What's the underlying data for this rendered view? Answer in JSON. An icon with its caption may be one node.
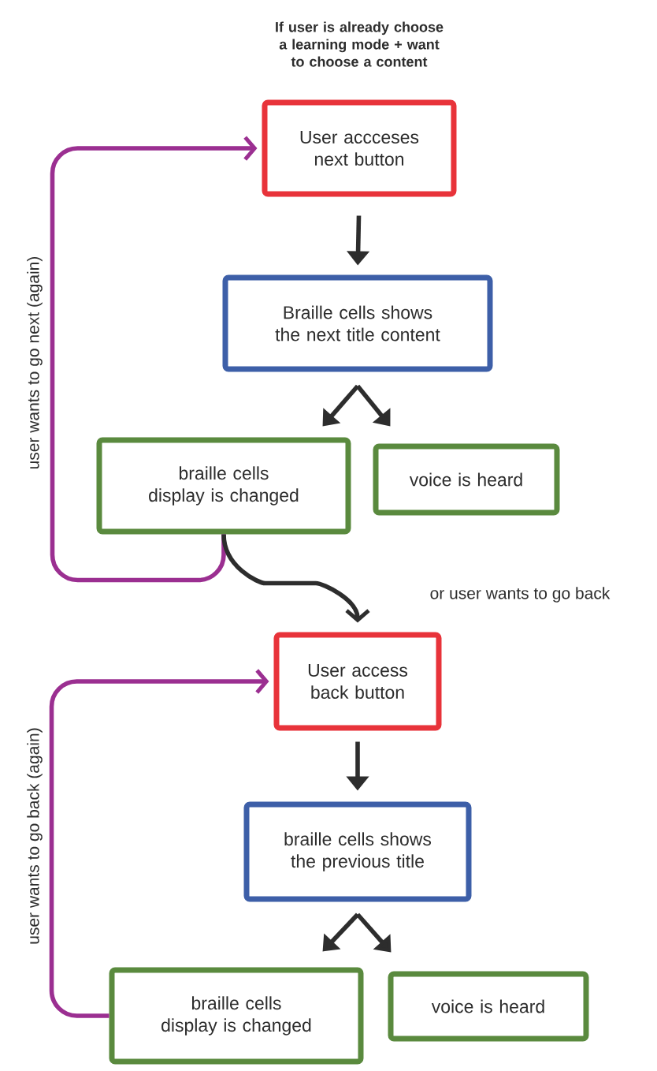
{
  "diagram": {
    "title": "If user is already choose a learning mode + want to choose a content",
    "nodes": [
      {
        "text": [
          "User accceses next button"
        ]
      },
      {
        "text": [
          "Braille cells shows the next title content"
        ]
      },
      {
        "text": [
          "braille cells display is changed"
        ]
      },
      {
        "text": [
          "voice is heard"
        ]
      },
      {
        "text": [
          "User access back button"
        ]
      },
      {
        "text": [
          "braille cells shows the previous title"
        ]
      },
      {
        "text": [
          "braille cells display is changed"
        ]
      },
      {
        "text": [
          "voice is heard"
        ]
      }
    ],
    "edges": [
      {
        "from": 0,
        "to": 1,
        "arrow": "to"
      },
      {
        "from": 1,
        "to": 2,
        "arrow": "to"
      },
      {
        "from": 1,
        "to": 3,
        "arrow": "to"
      },
      {
        "from": 2,
        "to": 0,
        "arrow": "to",
        "label": "user wants to go next (again)",
        "color": "#9b2f91"
      },
      {
        "from": 2,
        "to": 4,
        "arrow": "to",
        "label": "or user wants to go back"
      },
      {
        "from": 4,
        "to": 5,
        "arrow": "to"
      },
      {
        "from": 5,
        "to": 6,
        "arrow": "to"
      },
      {
        "from": 5,
        "to": 7,
        "arrow": "to"
      },
      {
        "from": 6,
        "to": 4,
        "arrow": "to",
        "label": "user wants to go back (again)",
        "color": "#9b2f91"
      }
    ]
  }
}
